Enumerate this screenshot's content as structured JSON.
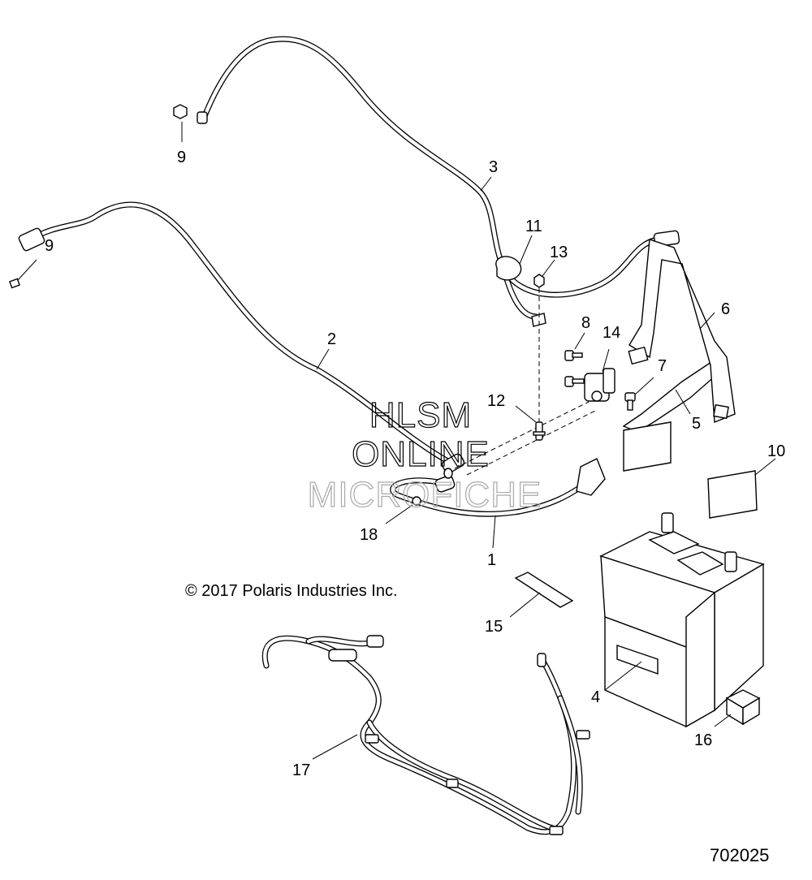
{
  "callouts": {
    "p1": "1",
    "p2": "2",
    "p3": "3",
    "p4": "4",
    "p5": "5",
    "p6": "6",
    "p7": "7",
    "p8": "8",
    "p9a": "9",
    "p9b": "9",
    "p10": "10",
    "p11": "11",
    "p12": "12",
    "p13": "13",
    "p14": "14",
    "p15": "15",
    "p16": "16",
    "p17": "17",
    "p18": "18"
  },
  "watermark": {
    "line1": "HLSM",
    "line2": "ONLINE",
    "line3": "MICROFICHE"
  },
  "copyright": "© 2017 Polaris Industries Inc.",
  "figure_number": "702025"
}
